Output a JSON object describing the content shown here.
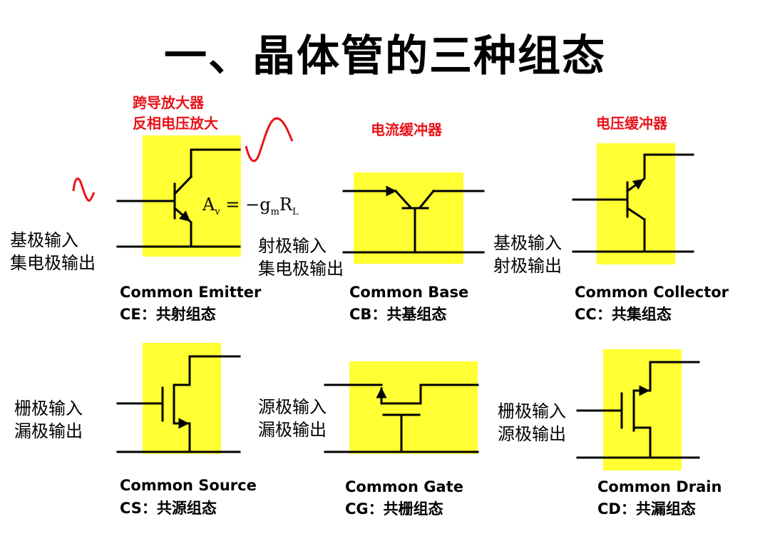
{
  "title": "一、晶体管的三种组态",
  "annotations": {
    "ce_role_line1": "跨导放大器",
    "ce_role_line2": "反相电压放大",
    "cb_role": "电流缓冲器",
    "cc_role": "电压缓冲器"
  },
  "formula": {
    "a": "A",
    "a_sub": "v",
    "eq": "= −g",
    "g_sub": "m",
    "r": "R",
    "r_sub": "L"
  },
  "bjt": {
    "ce": {
      "input": "基极输入",
      "output": "集电极输出",
      "name": "Common Emitter",
      "abbr": "CE：共射组态"
    },
    "cb": {
      "input": "射极输入",
      "output": "集电极输出",
      "name": "Common Base",
      "abbr": "CB：共基组态"
    },
    "cc": {
      "input": "基极输入",
      "output": "射极输出",
      "name": "Common Collector",
      "abbr": "CC：共集组态"
    }
  },
  "mos": {
    "cs": {
      "input": "栅极输入",
      "output": "漏极输出",
      "name": "Common Source",
      "abbr": "CS：共源组态"
    },
    "cg": {
      "input": "源极输入",
      "output": "漏极输出",
      "name": "Common Gate",
      "abbr": "CG：共栅组态"
    },
    "cd": {
      "input": "栅极输入",
      "output": "源极输出",
      "name": "Common Drain",
      "abbr": "CD：共漏组态"
    }
  },
  "colors": {
    "highlight": "#ffff33",
    "annotation": "#e8131a",
    "line": "#000000"
  }
}
